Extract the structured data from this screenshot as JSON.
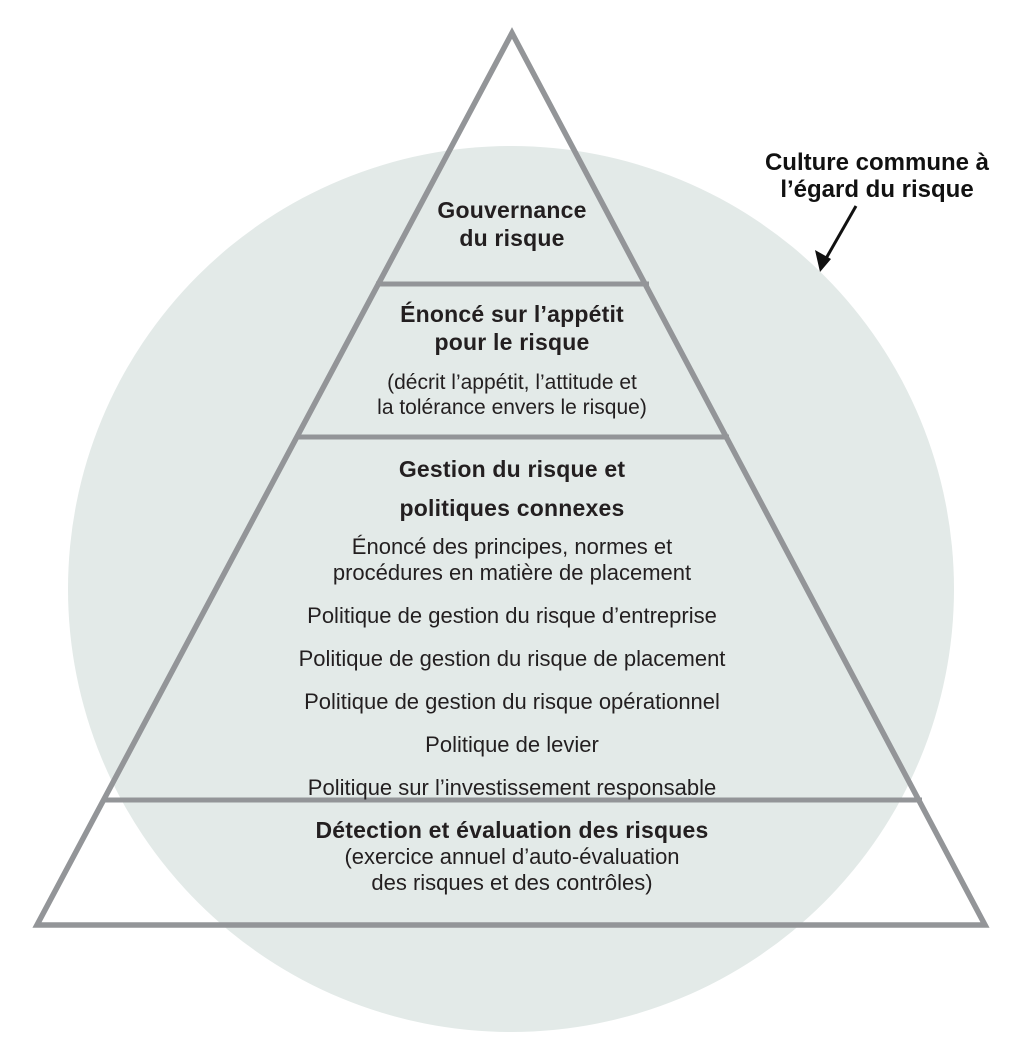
{
  "colors": {
    "circle_fill": "#e3eae8",
    "outline_gray": "#939598",
    "text_color": "#231f20"
  },
  "annotation": {
    "label_line1": "Culture commune à",
    "label_line2": "l’égard du risque",
    "arrow": "points-to-risk-culture-circle"
  },
  "pyramid": {
    "level1": {
      "title_line1": "Gouvernance",
      "title_line2": "du risque"
    },
    "level2": {
      "title_line1": "Énoncé sur l’appétit",
      "title_line2": "pour le risque",
      "subtitle_line1": "(décrit l’appétit, l’attitude et",
      "subtitle_line2": "la tolérance envers le risque)"
    },
    "level3": {
      "title_line1": "Gestion du risque et",
      "title_line2": "politiques connexes",
      "items": [
        "Énoncé des principes, normes et procédures en matière de placement",
        "Politique de gestion du risque d’entreprise",
        "Politique de gestion du risque de placement",
        "Politique de gestion du risque opérationnel",
        "Politique de levier",
        "Politique sur l’investissement responsable"
      ]
    },
    "level4": {
      "title_line1": "Détection et évaluation des risques",
      "subtitle_line1": "(exercice annuel d’auto-évaluation",
      "subtitle_line2": "des risques et des contrôles)"
    }
  }
}
